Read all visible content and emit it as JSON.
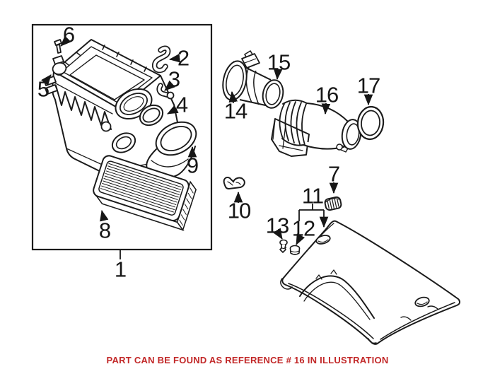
{
  "colors": {
    "background": "#ffffff",
    "line": "#1b1b1b",
    "note_red": "#c22828"
  },
  "callouts": {
    "c1": "1",
    "c2": "2",
    "c3": "3",
    "c4": "4",
    "c5": "5",
    "c6": "6",
    "c7": "7",
    "c8": "8",
    "c9": "9",
    "c10": "10",
    "c11": "11",
    "c12": "12",
    "c13": "13",
    "c14": "14",
    "c15": "15",
    "c16": "16",
    "c17": "17"
  },
  "note": {
    "text": "PART CAN BE FOUND AS REFERENCE # 16 IN ILLUSTRATION",
    "highlighted_reference": "16"
  }
}
